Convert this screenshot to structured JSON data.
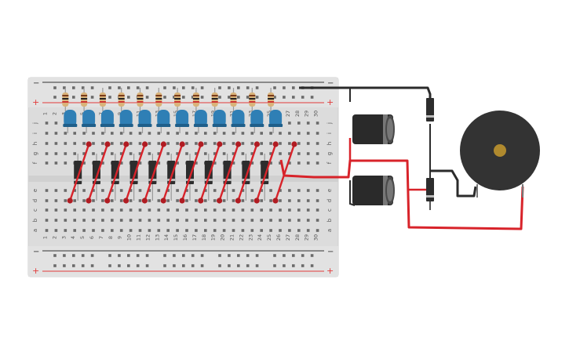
{
  "breadboard": {
    "column_numbers": [
      "1",
      "2",
      "3",
      "4",
      "5",
      "6",
      "7",
      "8",
      "9",
      "10",
      "11",
      "12",
      "13",
      "14",
      "15",
      "16",
      "17",
      "18",
      "19",
      "20",
      "21",
      "22",
      "23",
      "24",
      "25",
      "26",
      "27",
      "28",
      "29",
      "30"
    ],
    "row_letters_top": [
      "j",
      "i",
      "h",
      "g",
      "f"
    ],
    "row_letters_bottom": [
      "e",
      "d",
      "c",
      "b",
      "a"
    ],
    "rail_minus": "−",
    "rail_plus": "+"
  },
  "components": {
    "resistors": 12,
    "leds": 12,
    "diodes_on_board": 11,
    "capacitors": 2,
    "external_diodes": 2,
    "buzzers": 1
  },
  "colors": {
    "board": "#dcdcdc",
    "rail_red": "#e23b3b",
    "rail_black": "#333333",
    "led_blue": "#2f7fb5",
    "wire_red": "#d8232a",
    "wire_black": "#2b2b2b",
    "buzzer_body": "#333333",
    "buzzer_center": "#b08a2e",
    "resistor_body": "#d9b37a"
  }
}
